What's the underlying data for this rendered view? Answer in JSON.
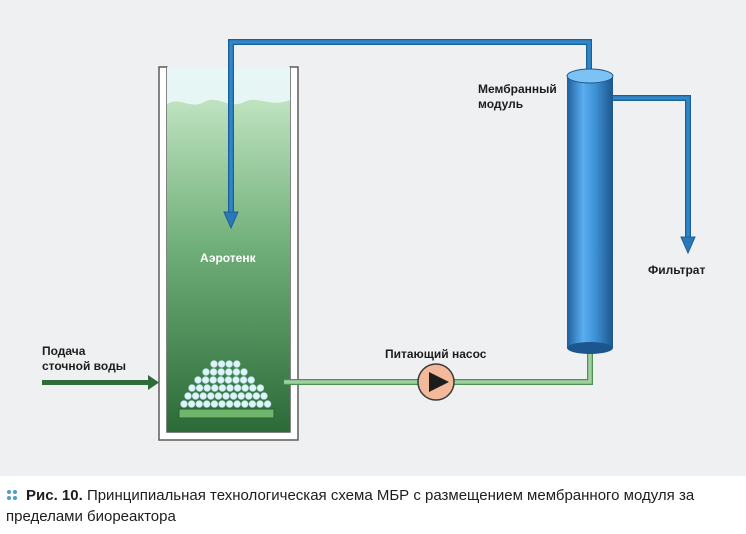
{
  "labels": {
    "membrane_module_line1": "Мембранный",
    "membrane_module_line2": "модуль",
    "aerotank": "Аэротенк",
    "feed_line1": "Подача",
    "feed_line2": "сточной воды",
    "pump": "Питающий насос",
    "filtrate": "Фильтрат"
  },
  "caption": {
    "figure_number": "Рис. 10.",
    "text": "Принципиальная технологическая схема МБР с размещением мембранного модуля за пределами биореактора"
  },
  "colors": {
    "background": "#eef0f2",
    "pipe_blue": "#2a78b8",
    "pipe_green": "#8cc58e",
    "tank_green_dark": "#2f6b3a",
    "tank_green_light": "#b7dfb8",
    "membrane_blue": "#3f93d6",
    "pump_fill": "#f4b89a",
    "feed_arrow": "#2f6b3a",
    "bubble": "#dff4f7"
  },
  "icons": {
    "pump": "pump-icon",
    "caption_marker": "dots-marker-icon"
  }
}
